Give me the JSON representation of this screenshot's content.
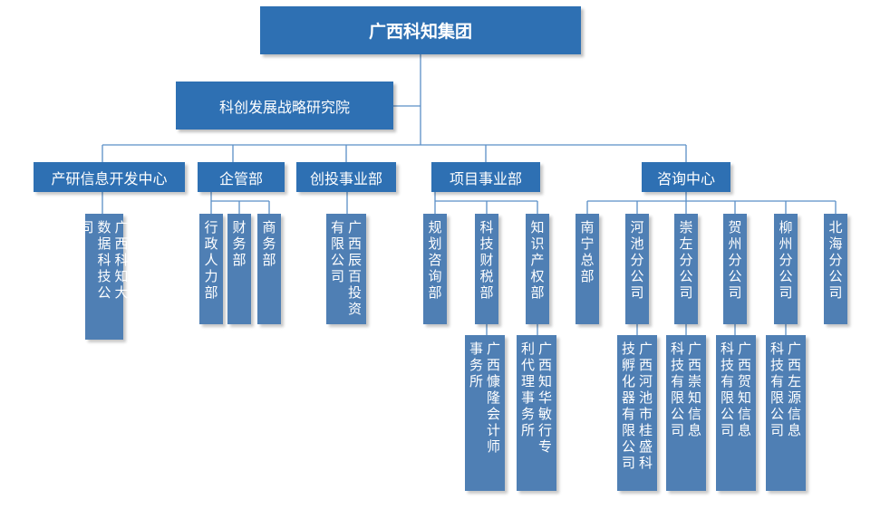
{
  "org_chart": {
    "root": "广西科知集团",
    "institute": "科创发展战略研究院",
    "departments": {
      "d1": "产研信息开发中心",
      "d2": "企管部",
      "d3": "创投事业部",
      "d4": "项目事业部",
      "d5": "咨询中心"
    },
    "units": {
      "u1": "广西科知大数据科技公司",
      "u2": "行政人力部",
      "u3": "财务部",
      "u4": "商务部",
      "u5": "广西辰百投资有限公司",
      "u6": "规划咨询部",
      "u7": "科技财税部",
      "u8": "知识产权部",
      "u9": "南宁总部",
      "u10": "河池分公司",
      "u11": "崇左分公司",
      "u12": "贺州分公司",
      "u13": "柳州分公司",
      "u14": "北海分公司",
      "s1": "广西慷隆会计师事务所",
      "s2": "广西知华敏行专利代理事务所",
      "s3": "广西河池市桂盛科技孵化器有限公司",
      "s4": "广西崇知信息科技有限公司",
      "s5": "广西贺知信息科技有限公司",
      "s6": "广西左源信息科技有限公司"
    }
  }
}
